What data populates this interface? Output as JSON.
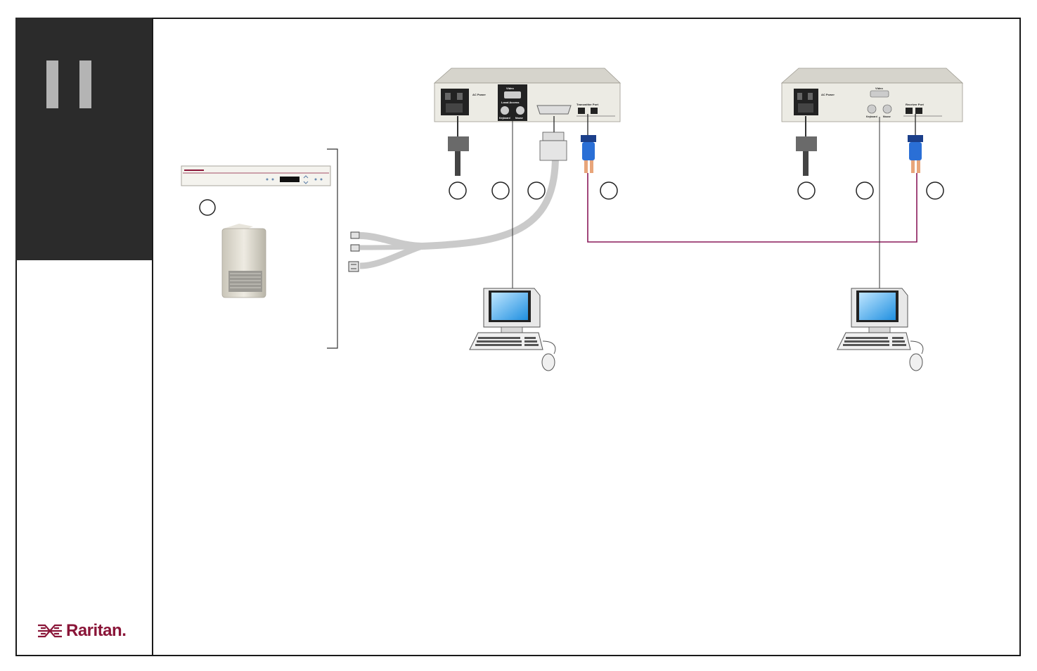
{
  "brand": {
    "name": "Raritan.",
    "color": "#8a1538"
  },
  "colors": {
    "sidebar": "#2b2b2b",
    "fiber_link": "#8a1a5a",
    "device_body": "#ecebe4"
  },
  "transmitter": {
    "power_label": "AC Power",
    "video_label": "Video",
    "local_access_label": "Local Access",
    "keyboard_label": "Keyboard",
    "mouse_label": "Mouse",
    "port_label": "Transmitter Port"
  },
  "receiver": {
    "power_label": "AC Power",
    "video_label": "Video",
    "keyboard_label": "Keyboard",
    "mouse_label": "Mouse",
    "port_label": "Receiver Port"
  }
}
